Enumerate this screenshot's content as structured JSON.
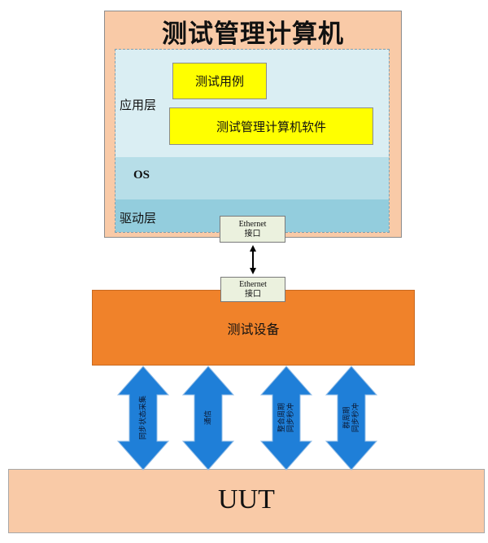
{
  "computer": {
    "title": "测试管理计算机",
    "layers": {
      "application": {
        "label": "应用层",
        "boxes": [
          "测试用例",
          "测试管理计算机软件"
        ]
      },
      "os": {
        "label": "OS"
      },
      "driver": {
        "label": "驱动层"
      }
    },
    "interface": {
      "line1": "Ethernet",
      "line2": "接口"
    }
  },
  "test_device": {
    "label": "测试设备",
    "interface": {
      "line1": "Ethernet",
      "line2": "接口"
    }
  },
  "links": [
    {
      "lines": [
        "同步状态采集"
      ]
    },
    {
      "lines": [
        "通信"
      ]
    },
    {
      "lines": [
        "整合周期",
        "同步秒冲"
      ]
    },
    {
      "lines": [
        "群周期",
        "同步秒冲"
      ]
    }
  ],
  "uut": {
    "label": "UUT"
  },
  "colors": {
    "peach": "#f9caa7",
    "app": "#daeef3",
    "os": "#b7dee8",
    "drv": "#93cddd",
    "yellow": "#ffff00",
    "iface": "#ebf1de",
    "orange": "#f0822a",
    "blue": "#1f7fd8"
  }
}
